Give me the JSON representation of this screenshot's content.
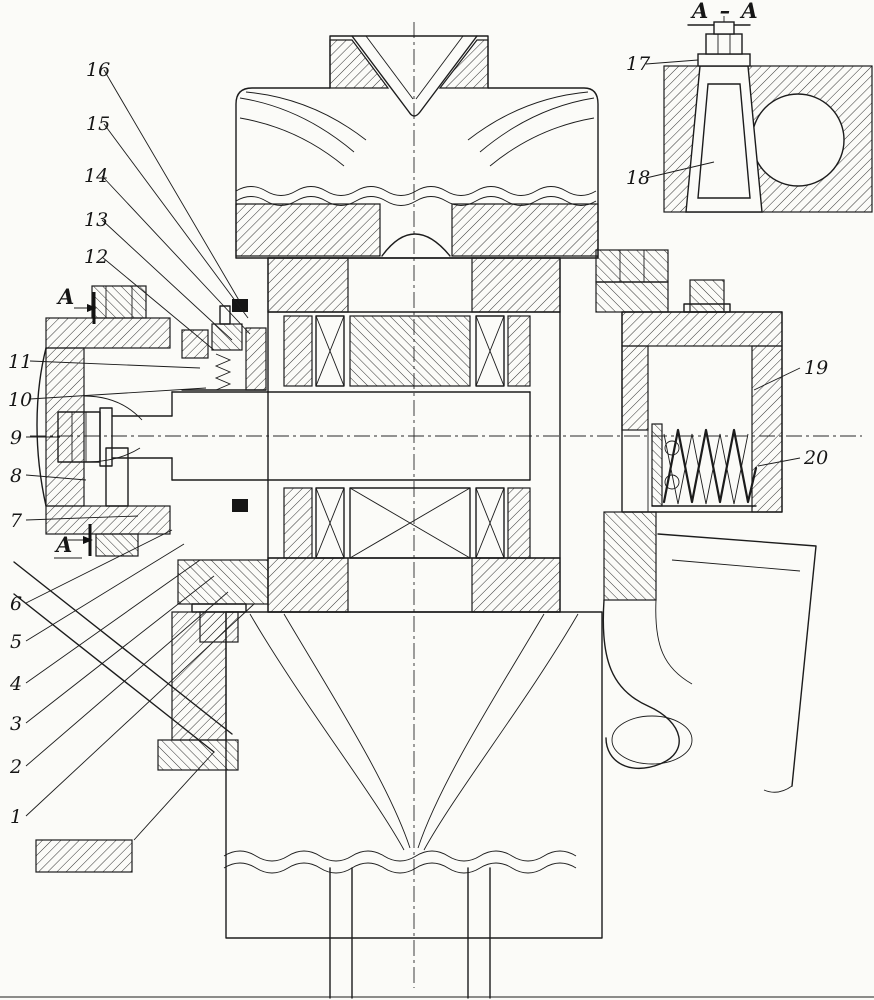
{
  "drawing": {
    "kind": "sectional-assembly-drawing",
    "paper_color": "#fbfbf8",
    "ink_color": "#1c1c1c"
  },
  "section": {
    "detail_title": "A – A",
    "plane_marker": "A"
  },
  "labels": {
    "n1": "1",
    "n2": "2",
    "n3": "3",
    "n4": "4",
    "n5": "5",
    "n6": "6",
    "n7": "7",
    "n8": "8",
    "n9": "9",
    "n10": "10",
    "n11": "11",
    "n12": "12",
    "n13": "13",
    "n14": "14",
    "n15": "15",
    "n16": "16",
    "n17": "17",
    "n18": "18",
    "n19": "19",
    "n20": "20"
  }
}
